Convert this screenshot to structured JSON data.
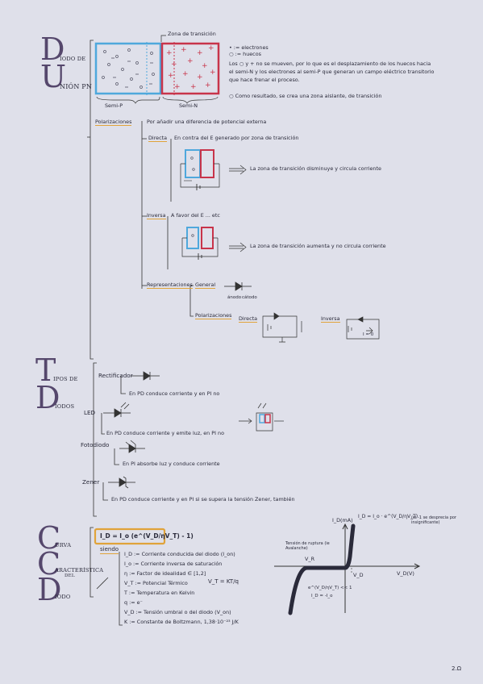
{
  "sections": {
    "diodo": {
      "letters": [
        "D",
        "U"
      ],
      "heading_line1": "IODO DE",
      "heading_line2": "NIÓN PN",
      "zona_label": "Zona de transición",
      "legend_electrones": "• := electrones",
      "legend_huecos": "○ := huecos",
      "desc1": "Los ○ y + no se mueven, por lo que es el desplazamiento de los huecos hacia",
      "desc2": "el semi-N y los electrones al semi-P que generan un campo eléctrico transitorio",
      "desc3": "que hace frenar el proceso.",
      "desc4": "○ Como resultado, se crea una zona aislante, de transición",
      "semi_p": "Semi-P",
      "semi_n": "Semi-N",
      "polarizaciones_label": "Polarizaciones",
      "polarizaciones_desc": "Por añadir una diferencia de potencial externa",
      "directa_label": "Directa",
      "directa_desc": "En contra del E generado por zona de transición",
      "directa_result": "La zona de transición disminuye y circula corriente",
      "inversa_label": "Inversa",
      "inversa_desc": "A favor del E ... etc",
      "inversa_result": "La zona de transición aumenta y no circula corriente",
      "representacion_label": "Representaciones",
      "general_label": "General",
      "anodo": "ánodo",
      "catodo": "cátodo",
      "pol_label": "Polarizaciones",
      "directa2": "Directa",
      "inversa2": "Inversa",
      "i_zero": "I = 0"
    },
    "tipos": {
      "letters": [
        "T",
        "D"
      ],
      "heading_line1": "IPOS DE",
      "heading_line2": "IODOS",
      "rectificador": "Rectificador",
      "rectificador_desc": "En PD conduce corriente y en PI no",
      "led": "LED",
      "led_desc": "En PD conduce corriente y emite luz, en PI no",
      "fotodiodo": "Fotodiodo",
      "fotodiodo_desc": "En PI absorbe luz y conduce corriente",
      "zener": "Zener",
      "zener_desc": "En PD conduce corriente y en PI si se supera la tensión Zener, también"
    },
    "curva": {
      "letters": [
        "C",
        "C",
        "D"
      ],
      "heading_line1": "URVA",
      "heading_line2": "ARACTERÍSTICA",
      "heading_del": "DEL",
      "heading_line3": "IODO",
      "formula": "I_D = I_o (e^(V_D/ηV_T) - 1)",
      "siendo": "siendo",
      "defs": [
        "I_D := Corriente conducida del diodo (I_on)",
        "I_o := Corriente inversa de saturación",
        "η := Factor de idealidad ∈ [1,2]",
        "V_T := Potencial Térmico",
        "T := Temperatura en Kelvin",
        "q := e⁻",
        "V_D := Tensión umbral o del diodo (V_on)",
        "K := Constante de Boltzmann, 1,38·10⁻²³ J/K"
      ],
      "vt_formula": "V_T = KT/q",
      "graph_top_formula": "I_D = I_o · e^(V_D/ηV_T)",
      "graph_note": "(el -1 se desprecia por insignificante)",
      "graph_ylabel": "I_D(mA)",
      "graph_xlabel": "V_D(V)",
      "tension_ruptura": "Tensión de ruptura (ie Avalanche)",
      "vr": "V_R",
      "vd": "V_D",
      "io_small": "e^(V_D/ηV_T) << 1",
      "minus_io": "I_D = -I_o"
    },
    "footer": "2.Ω"
  }
}
